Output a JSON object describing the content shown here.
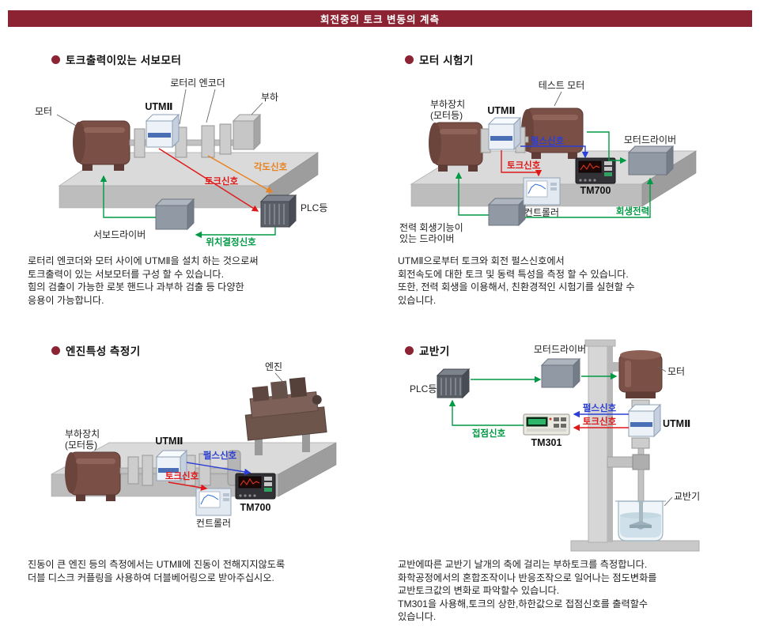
{
  "page": {
    "title": "회전중의 토크 변동의 계측"
  },
  "colors": {
    "accent": "#8b2333",
    "signal_orange": "#e8821e",
    "signal_red": "#e01818",
    "signal_green": "#009944",
    "signal_blue": "#2b3fd6"
  },
  "sections": {
    "servo": {
      "title": "토크출력이있는 서보모터",
      "labels": {
        "encoder": "로터리 엔코더",
        "load": "부하",
        "motor": "모터",
        "utm": "UTMⅡ",
        "angle_signal": "각도신호",
        "torque_signal": "토크신호",
        "plc": "PLC등",
        "servo_driver": "서보드라이버",
        "position_signal": "위치결정신호"
      },
      "description": "로터리 엔코더와 모터 사이에 UTMⅡ을 설치 하는 것으로써\n토크출력이 있는 서보모터를 구성 할 수 있습니다.\n힘의 검출이 가능한 로봇 핸드나 과부하 검출 등 다양한\n응용이 가능합니다."
    },
    "tester": {
      "title": "모터 시험기",
      "labels": {
        "test_motor": "테스트 모터",
        "load_device_1": "부하장치",
        "load_device_2": "(모터등)",
        "utm": "UTMⅡ",
        "pulse_signal": "펄스신호",
        "torque_signal": "토크신호",
        "motor_driver": "모터드라이버",
        "tm700": "TM700",
        "controller": "컨트롤러",
        "regen_power": "회생전력",
        "regen_driver_1": "전력 회생기능이",
        "regen_driver_2": "있는 드라이버"
      },
      "description": "UTMⅡ으로부터 토크와 회전 펄스신호에서\n회전속도에 대한 토크 및 동력 특성을 측정 할 수 있습니다.\n또한, 전력 회생을 이용해서, 친환경적인 시험기를 실현할 수\n있습니다."
    },
    "engine": {
      "title": "엔진특성 측정기",
      "labels": {
        "engine": "엔진",
        "load_device_1": "부하장치",
        "load_device_2": "(모터등)",
        "utm": "UTMⅡ",
        "pulse_signal": "펄스신호",
        "torque_signal": "토크신호",
        "tm700": "TM700",
        "controller": "컨트롤러"
      },
      "description": "진동이 큰 엔진 등의 측정에서는 UTMⅡ에 진동이 전해지지않도록\n더블 디스크 커플링을 사용하여 더블베어링으로 받아주십시오."
    },
    "agitator": {
      "title": "교반기",
      "labels": {
        "motor_driver": "모터드라이버",
        "motor": "모터",
        "plc": "PLC등",
        "pulse_signal": "펄스신호",
        "torque_signal": "토크신호",
        "contact_signal": "접점신호",
        "tm301": "TM301",
        "utm": "UTMⅡ",
        "agitator": "교반기"
      },
      "description": "교반에따른 교반기 날개의 축에 걸리는 부하토크를 측정합니다.\n화학공정에서의 혼합조작이나 반응조작으로 일어나는 점도변화를\n교반토크값의 변화로 파악할수 있습니다.\nTM301을 사용해,토크의 상한,하한값으로 접점신호를 출력할수\n있습니다."
    }
  }
}
